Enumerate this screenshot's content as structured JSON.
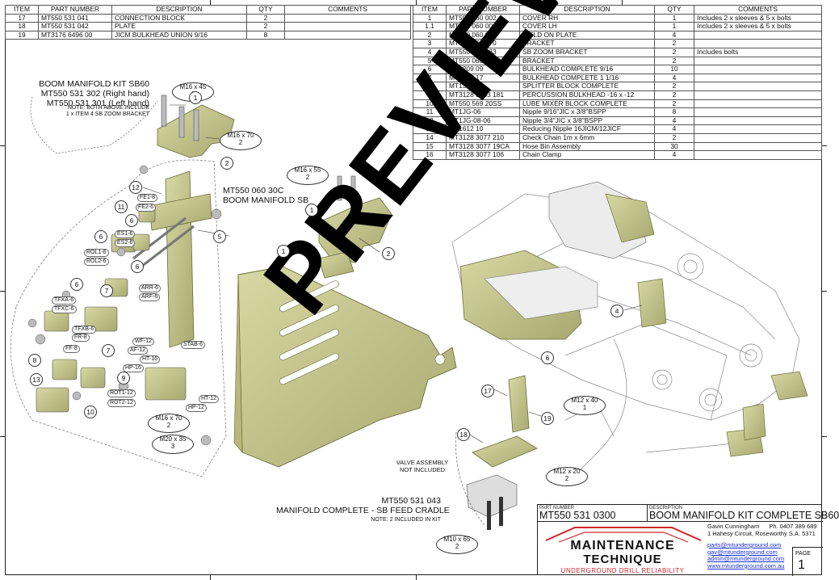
{
  "header_cols": {
    "item": "ITEM",
    "part": "PART NUMBER",
    "desc": "DESCRIPTION",
    "qty": "QTY",
    "comm": "COMMENTS"
  },
  "bom_left": [
    {
      "item": "17",
      "part": "MT550 531 041",
      "desc": "CONNECTION BLOCK",
      "qty": "2",
      "comm": ""
    },
    {
      "item": "18",
      "part": "MT550 531 042",
      "desc": "PLATE",
      "qty": "2",
      "comm": ""
    },
    {
      "item": "19",
      "part": "MT3176 6496 00",
      "desc": "JICM BULKHEAD UNION 9/16",
      "qty": "8",
      "comm": ""
    }
  ],
  "bom_right": [
    {
      "item": "1",
      "part": "MT550 060 002",
      "desc": "COVER RH",
      "qty": "1",
      "comm": "Includes 2 x sleeves & 5 x bolts"
    },
    {
      "item": "1.1",
      "part": "MT550 060 001",
      "desc": "COVER LH",
      "qty": "1",
      "comm": "Includes 2 x sleeves & 5 x bolts"
    },
    {
      "item": "2",
      "part": "MT550 060 020",
      "desc": "WELD ON PLATE",
      "qty": "4",
      "comm": ""
    },
    {
      "item": "3",
      "part": "MT550 060 070",
      "desc": "BRACKET",
      "qty": "2",
      "comm": ""
    },
    {
      "item": "4",
      "part": "MT550 531 033",
      "desc": "SB ZOOM BRACKET",
      "qty": "2",
      "comm": "Includes bolts"
    },
    {
      "item": "5",
      "part": "MT550 060 030",
      "desc": "BRACKET",
      "qty": "2",
      "comm": ""
    },
    {
      "item": "6",
      "part": "MT1209 09",
      "desc": "BULKHEAD COMPLETE 9/16",
      "qty": "10",
      "comm": ""
    },
    {
      "item": "7",
      "part": "MT1217 17",
      "desc": "BULKHEAD COMPLETE 1 1/16",
      "qty": "4",
      "comm": ""
    },
    {
      "item": "8",
      "part": "MT1309 12",
      "desc": "SPLITTER BLOCK COMPLETE",
      "qty": "2",
      "comm": ""
    },
    {
      "item": "9",
      "part": "MT3128 3063 181",
      "desc": "PERCUSSION BULKHEAD -16 x -12",
      "qty": "2",
      "comm": ""
    },
    {
      "item": "10",
      "part": "MT550 569 20SS",
      "desc": "LUBE MIXER BLOCK COMPLETE",
      "qty": "2",
      "comm": ""
    },
    {
      "item": "11",
      "part": "MT1JG-06",
      "desc": "Nipple 9/16\"JIC x 3/8\"BSPP",
      "qty": "8",
      "comm": ""
    },
    {
      "item": "12",
      "part": "MT1JG-08-06",
      "desc": "Nipple 3/4\"JIC x 3/8\"BSPP",
      "qty": "4",
      "comm": ""
    },
    {
      "item": "13",
      "part": "MT1612 10",
      "desc": "Reducing Nipple 16JICM/12JICF",
      "qty": "4",
      "comm": ""
    },
    {
      "item": "14",
      "part": "MT3128 3077 210",
      "desc": "Check Chain 1m x 6mm",
      "qty": "2",
      "comm": ""
    },
    {
      "item": "15",
      "part": "MT3128 3077 19CA",
      "desc": "Hose Bin Assembly",
      "qty": "30",
      "comm": ""
    },
    {
      "item": "16",
      "part": "MT3128 3077 106",
      "desc": "Chain Clamp",
      "qty": "4",
      "comm": ""
    }
  ],
  "kit_title": {
    "l1": "BOOM MANIFOLD KIT SB60",
    "l2": "MT550 531 302 (Right hand)",
    "l3": "MT550 531 301 (Left hand)",
    "n1": "NOTE: BOTH ABOVE INCLUDE",
    "n2": "1 x ITEM 4 SB ZOOM BRACKET"
  },
  "manifold": {
    "l1": "MT550 060 30C",
    "l2": "BOOM MANIFOLD SB"
  },
  "cradle": {
    "l1": "MT550 531 043",
    "l2": "MANIFOLD COMPLETE - SB FEED CRADLE",
    "l3": "NOTE: 2 INCLUDED IN KIT"
  },
  "valve": {
    "l1": "VALVE ASSEMBLY",
    "l2": "NOT INCLUDED"
  },
  "bolts": {
    "b1": {
      "size": "M16 x 45",
      "n": "1"
    },
    "b2": {
      "size": "M16 x 70",
      "n": "2"
    },
    "b3": {
      "size": "M16 x 55",
      "n": "2"
    },
    "b4": {
      "size": "M16 x 70",
      "n": "2"
    },
    "b5": {
      "size": "M20 x 35",
      "n": "3"
    },
    "b6": {
      "size": "M12 x 40",
      "n": "1"
    },
    "b7": {
      "size": "M12 x 20",
      "n": "2"
    },
    "b8": {
      "size": "M10 x 65",
      "n": "2"
    }
  },
  "tags": [
    "FE1-8",
    "FE2-6",
    "ES1-6",
    "ES2-6",
    "ROL1-6",
    "ROL2-6",
    "ARR-6",
    "ARF-6",
    "TFXA-6",
    "TFXC-6",
    "TFXB-6",
    "FR-8",
    "FF-8",
    "WF-12",
    "AF-12",
    "HT-16",
    "HP-16",
    "STAB-6",
    "ROT1-12",
    "ROT2-12",
    "HT-12",
    "HP-12"
  ],
  "callouts": [
    "1",
    "2",
    "12",
    "11",
    "5",
    "6",
    "6",
    "6",
    "7",
    "6",
    "7",
    "8",
    "13",
    "9",
    "10",
    "1",
    "2",
    "1",
    "4",
    "6",
    "17",
    "19",
    "18"
  ],
  "watermark": "PREVIEW",
  "titleblock": {
    "part_label": "PART NUMBER",
    "part": "MT550 531 0300",
    "desc_label": "DESCRIPTION",
    "desc": "BOOM MANIFOLD KIT COMPLETE SB60",
    "contact": "Gavin Cunningham",
    "phone": "Ph. 0407 389 689",
    "addr": "1 Hahesy Circuit, Roseworthy S.A. 5371",
    "links": [
      "parts@mtunderground.com",
      "gav@mtunderground.com",
      "admin@mtunderground.com",
      "www.mtunderground.com.au"
    ],
    "logo1": "MAINTENANCE",
    "logo2": "TECHNIQUE",
    "tagline": "UNDERGROUND DRILL RELIABILITY",
    "page_label": "PAGE",
    "page": "1"
  },
  "colors": {
    "part_fill": "#c9c98f",
    "part_stroke": "#6b6b3a",
    "brand_red": "#d2232a",
    "brand_blue": "#1a3a8a",
    "link": "#1a2fd8"
  }
}
